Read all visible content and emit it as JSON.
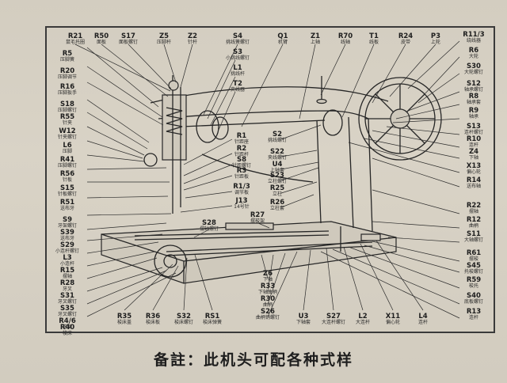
{
  "note": "备註：此机头可配各种式样",
  "parts": [
    {
      "code": "R21",
      "name": "鼠毛托圈"
    },
    {
      "code": "R50",
      "name": "面板"
    },
    {
      "code": "S17",
      "name": "面板螺钉"
    },
    {
      "code": "Z5",
      "name": "压脚杆"
    },
    {
      "code": "Z2",
      "name": "针杆"
    },
    {
      "code": "S4",
      "name": "挑线簧螺钉"
    },
    {
      "code": "S3",
      "name": "小挑线螺钉"
    },
    {
      "code": "L1",
      "name": "挑线杆"
    },
    {
      "code": "T2",
      "name": "夹线器"
    },
    {
      "code": "Q1",
      "name": "机臂"
    },
    {
      "code": "Z1",
      "name": "上轴"
    },
    {
      "code": "R70",
      "name": "线轴"
    },
    {
      "code": "T1",
      "name": "线板"
    },
    {
      "code": "R24",
      "name": "皮带"
    },
    {
      "code": "P3",
      "name": "上轮"
    },
    {
      "code": "R11/3",
      "name": "绕线器"
    },
    {
      "code": "R6",
      "name": "大轮"
    },
    {
      "code": "S30",
      "name": "大轮螺钉"
    },
    {
      "code": "S12",
      "name": "轴承螺钉"
    },
    {
      "code": "R8",
      "name": "轴承套"
    },
    {
      "code": "R9",
      "name": "轴承"
    },
    {
      "code": "S13",
      "name": "连杆螺钉"
    },
    {
      "code": "R10",
      "name": "连杆"
    },
    {
      "code": "Z4",
      "name": "下轴"
    },
    {
      "code": "X13",
      "name": "偏心轮"
    },
    {
      "code": "R14",
      "name": "送布轴"
    },
    {
      "code": "R22",
      "name": "摆轴"
    },
    {
      "code": "R12",
      "name": "曲柄"
    },
    {
      "code": "S11",
      "name": "大轴螺钉"
    },
    {
      "code": "R61",
      "name": "摆梭"
    },
    {
      "code": "S45",
      "name": "托梭螺钉"
    },
    {
      "code": "R59",
      "name": "梭托"
    },
    {
      "code": "S40",
      "name": "底板螺钉"
    },
    {
      "code": "R13",
      "name": "连杆"
    },
    {
      "code": "R5",
      "name": "压脚簧"
    },
    {
      "code": "R20",
      "name": "压脚调节"
    },
    {
      "code": "R16",
      "name": "压脚扳手"
    },
    {
      "code": "S18",
      "name": "压脚螺钉"
    },
    {
      "code": "R55",
      "name": "针夹"
    },
    {
      "code": "W12",
      "name": "针夹螺钉"
    },
    {
      "code": "L6",
      "name": "压脚"
    },
    {
      "code": "R41",
      "name": "压脚螺钉"
    },
    {
      "code": "R56",
      "name": "针板"
    },
    {
      "code": "S15",
      "name": "针板螺钉"
    },
    {
      "code": "R51",
      "name": "送布牙"
    },
    {
      "code": "S9",
      "name": "牙架螺钉"
    },
    {
      "code": "S39",
      "name": "送布牙"
    },
    {
      "code": "S29",
      "name": "小连杆螺钉"
    },
    {
      "code": "L3",
      "name": "小连杆"
    },
    {
      "code": "R15",
      "name": "摆轴"
    },
    {
      "code": "R28",
      "name": "牙叉"
    },
    {
      "code": "S31",
      "name": "牙叉螺钉"
    },
    {
      "code": "S35",
      "name": "牙叉螺钉"
    },
    {
      "code": "R4/6",
      "name": "牙架"
    },
    {
      "code": "R40",
      "name": "梭床"
    },
    {
      "code": "R1",
      "name": "针距座"
    },
    {
      "code": "R2",
      "name": "针距杆"
    },
    {
      "code": "S8",
      "name": "针距螺钉"
    },
    {
      "code": "R3",
      "name": "针距板"
    },
    {
      "code": "R1/3",
      "name": "调节板"
    },
    {
      "code": "J13",
      "name": "14号针"
    },
    {
      "code": "S2",
      "name": "挑线螺钉"
    },
    {
      "code": "S22",
      "name": "夹线螺钉"
    },
    {
      "code": "U4",
      "name": "上轴套"
    },
    {
      "code": "S23",
      "name": "立柱螺钉"
    },
    {
      "code": "R25",
      "name": "立柱"
    },
    {
      "code": "R26",
      "name": "立柱套"
    },
    {
      "code": "R27",
      "name": "摆梭架"
    },
    {
      "code": "S28",
      "name": "摆轴螺钉"
    },
    {
      "code": "R35",
      "name": "梭床盖"
    },
    {
      "code": "R36",
      "name": "梭床板"
    },
    {
      "code": "S32",
      "name": "梭床螺钉"
    },
    {
      "code": "RS1",
      "name": "梭床弹簧"
    },
    {
      "code": "Z6",
      "name": "下轴"
    },
    {
      "code": "R33",
      "name": "下轴曲柄"
    },
    {
      "code": "R30",
      "name": "曲柄"
    },
    {
      "code": "S26",
      "name": "曲柄销螺钉"
    },
    {
      "code": "U3",
      "name": "下轴套"
    },
    {
      "code": "S27",
      "name": "大连杆螺钉"
    },
    {
      "code": "L2",
      "name": "大连杆"
    },
    {
      "code": "X11",
      "name": "偏心轮"
    },
    {
      "code": "L4",
      "name": "连杆"
    }
  ]
}
